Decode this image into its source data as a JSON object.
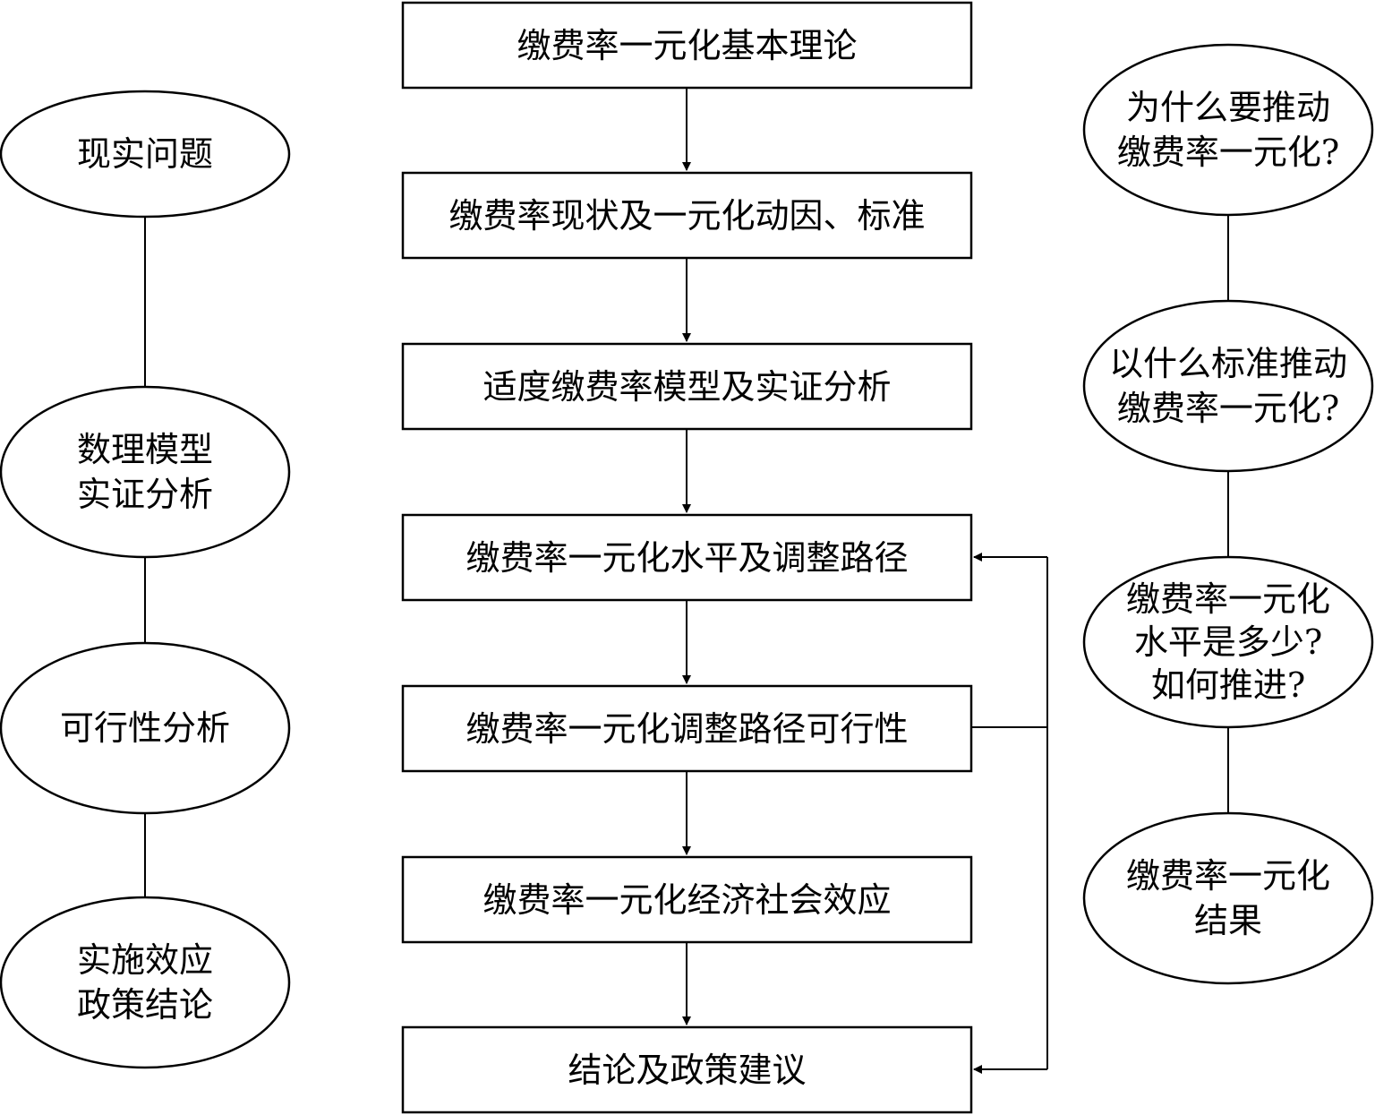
{
  "center_flow": [
    "缴费率一元化基本理论",
    "缴费率现状及一元化动因、标准",
    "适度缴费率模型及实证分析",
    "缴费率一元化水平及调整路径",
    "缴费率一元化调整路径可行性",
    "缴费率一元化经济社会效应",
    "结论及政策建议"
  ],
  "left_column": [
    [
      "现实问题"
    ],
    [
      "数理模型",
      "实证分析"
    ],
    [
      "可行性分析"
    ],
    [
      "实施效应",
      "政策结论"
    ]
  ],
  "right_column": [
    [
      "为什么要推动",
      "缴费率一元化?"
    ],
    [
      "以什么标准推动",
      "缴费率一元化?"
    ],
    [
      "缴费率一元化",
      "水平是多少?",
      "如何推进?"
    ],
    [
      "缴费率一元化",
      "结果"
    ]
  ],
  "colors": {
    "stroke": "#000000",
    "fill": "#ffffff",
    "text": "#000000"
  }
}
